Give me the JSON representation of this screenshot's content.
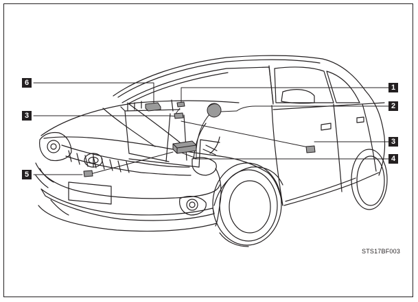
{
  "figure": {
    "code": "STS17BF003",
    "callouts": [
      "1",
      "2",
      "3",
      "3",
      "4",
      "5",
      "6"
    ]
  },
  "colors": {
    "ink": "#231f20",
    "background": "#ffffff",
    "component_fill": "#9a9a9a"
  }
}
